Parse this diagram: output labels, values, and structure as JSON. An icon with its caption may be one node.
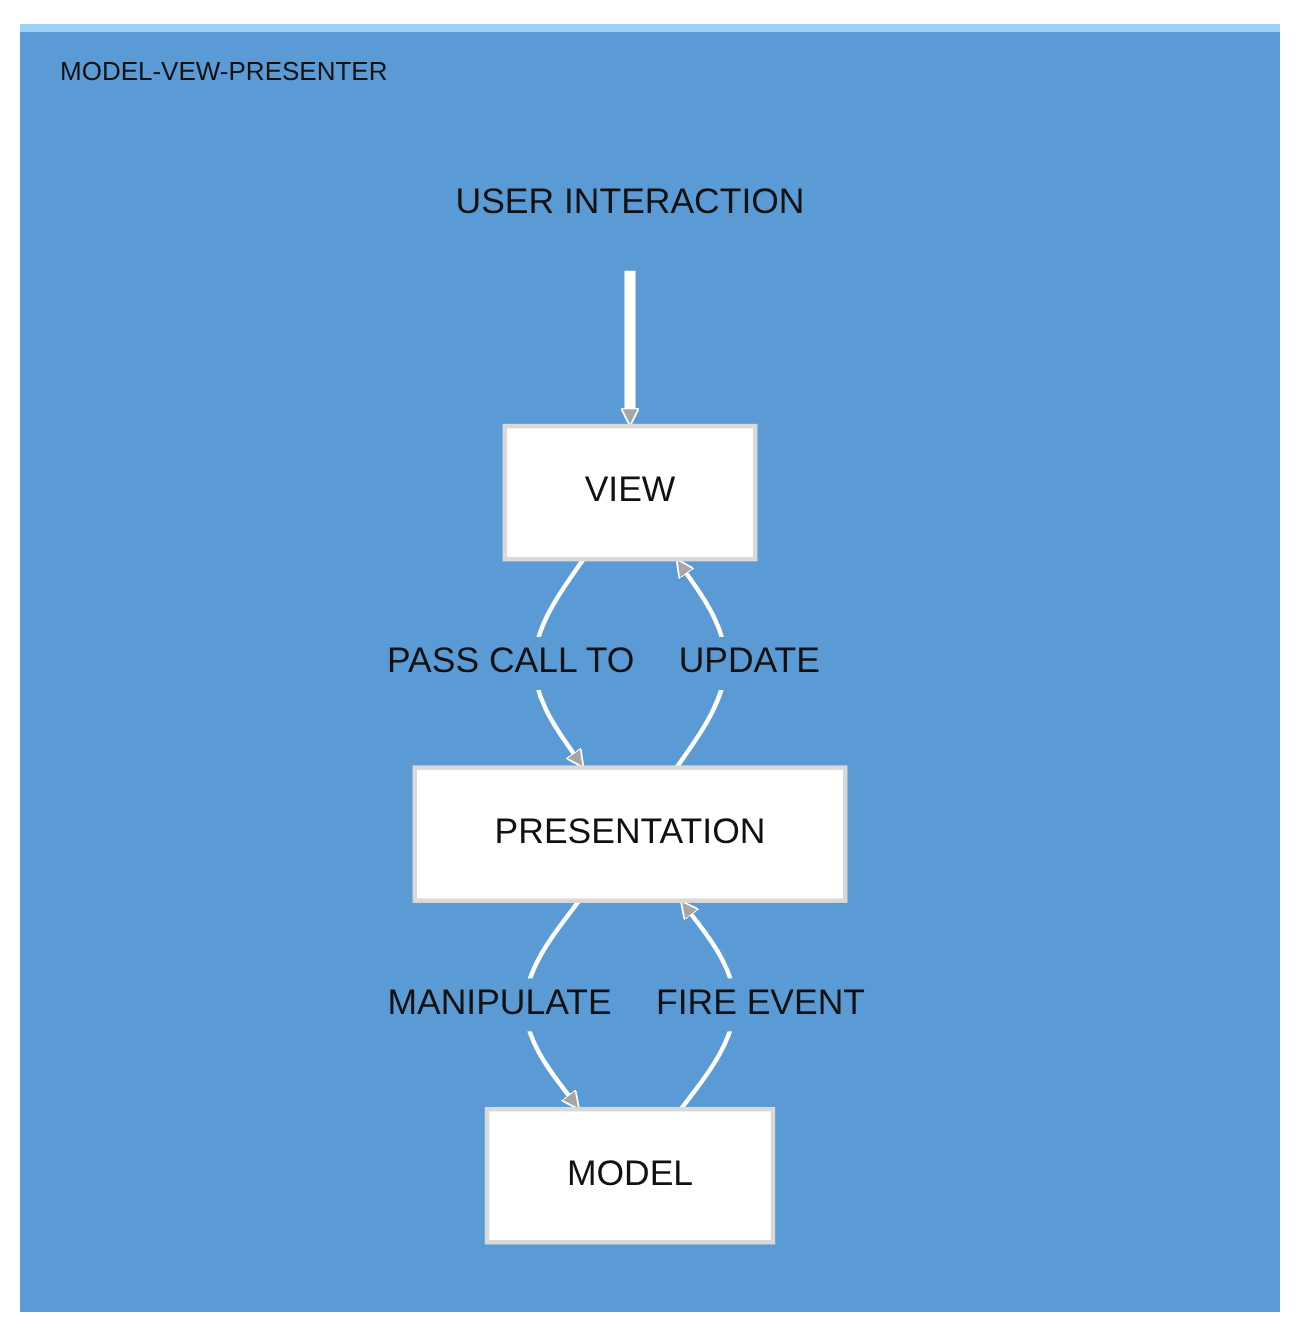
{
  "diagram": {
    "title": "MODEL-VEW-PRESENTER",
    "nodes": [
      {
        "text": [
          "USER INTERACTION"
        ]
      },
      {
        "text": [
          "VIEW"
        ]
      },
      {
        "text": [
          "PRESENTATION"
        ]
      },
      {
        "text": [
          "MODEL"
        ]
      }
    ],
    "edges": [
      {
        "from": 0,
        "to": 1,
        "arrow": "to",
        "style": "thick"
      },
      {
        "from": 1,
        "to": 2,
        "arrow": "to",
        "label": "PASS CALL TO"
      },
      {
        "from": 2,
        "to": 1,
        "arrow": "to",
        "label": "UPDATE"
      },
      {
        "from": 3,
        "to": 2,
        "arrow": "to",
        "label": "FIRE EVENT"
      },
      {
        "from": 2,
        "to": 3,
        "arrow": "to",
        "label": "MANIPULATE"
      }
    ]
  }
}
